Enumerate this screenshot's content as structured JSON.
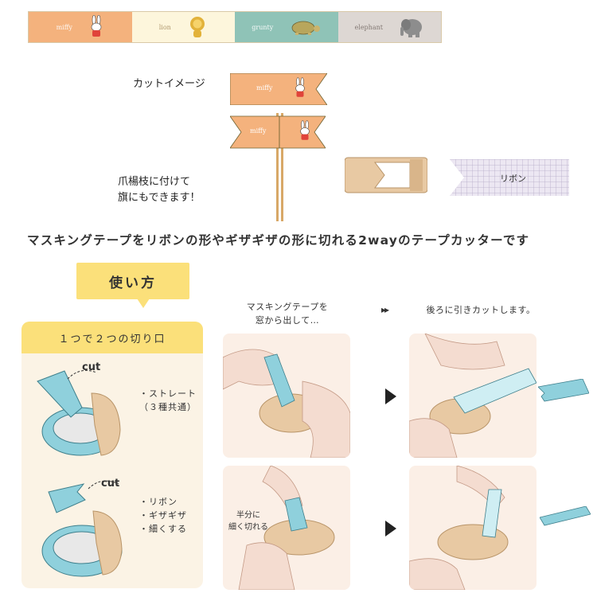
{
  "tape_strip": {
    "segments": [
      {
        "label": "miffy",
        "bg": "#f4b27d",
        "text_color": "#ffffff",
        "icon": "miffy-rabbit-icon"
      },
      {
        "label": "lion",
        "bg": "#fdf6dc",
        "text_color": "#a78e63",
        "icon": "lion-icon"
      },
      {
        "label": "grunty",
        "bg": "#8fc3b7",
        "text_color": "#ffffff",
        "icon": "turtle-icon"
      },
      {
        "label": "elephant",
        "bg": "#ddd7d3",
        "text_color": "#7a6f6a",
        "icon": "elephant-icon"
      }
    ]
  },
  "cut_image": {
    "label": "カットイメージ",
    "flag_text": "miffy",
    "toothpick_line1": "爪楊枝に付けて",
    "toothpick_line2": "旗にもできます！",
    "ribbon_text": "リボン"
  },
  "headline": "マスキングテープをリボンの形やギザギザの形に切れる2wayのテープカッターです",
  "usage": {
    "title": "使い方",
    "panel_title": "１つで２つの切り口",
    "cut_word": "cut",
    "straight_lines": [
      "・ストレート",
      "（３種共通）"
    ],
    "ribbon_lines": [
      "・リボン",
      "・ギザギザ",
      "・細くする"
    ],
    "step1_lines": [
      "マスキングテープを",
      "窓から出して…"
    ],
    "step2_text": "後ろに引きカットします。",
    "double_arrow": "▸▸",
    "half_lines": [
      "半分に",
      "細く切れる"
    ]
  },
  "colors": {
    "orange": "#f4b27d",
    "yellow": "#fbe07a",
    "tape_blue": "#8fd0dc",
    "cutter_beige": "#e8c9a3",
    "skin": "#f4dcd0"
  }
}
